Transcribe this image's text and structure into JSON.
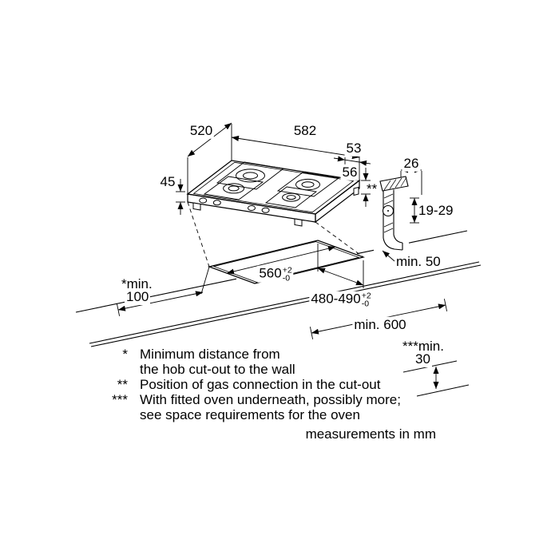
{
  "dimensions": {
    "depth_top": "520",
    "width_top": "582",
    "edge_53": "53",
    "height_45": "45",
    "height_56": "56",
    "gas_offset_26": "26",
    "gas_marker": "**",
    "gas_depth_range": "19-29",
    "min_side": "min. 50",
    "cutout_width": {
      "base": "560",
      "sup": "+2",
      "sub": "-0"
    },
    "cutout_depth": {
      "base": "480-490",
      "sup": "+2",
      "sub": "-0"
    },
    "min_wall": {
      "line1": "*min.",
      "line2": "100"
    },
    "min_depth": "min. 600",
    "min_oven": {
      "line1": "***min.",
      "line2": "30"
    }
  },
  "footnotes": [
    {
      "marker": "*",
      "lines": [
        "Minimum distance from",
        "the hob cut-out to the wall"
      ]
    },
    {
      "marker": "**",
      "lines": [
        "Position of gas connection in the cut-out"
      ]
    },
    {
      "marker": "***",
      "lines": [
        "With fitted oven underneath, possibly more;",
        "see space requirements for the oven"
      ]
    }
  ],
  "footer": "measurements in mm"
}
